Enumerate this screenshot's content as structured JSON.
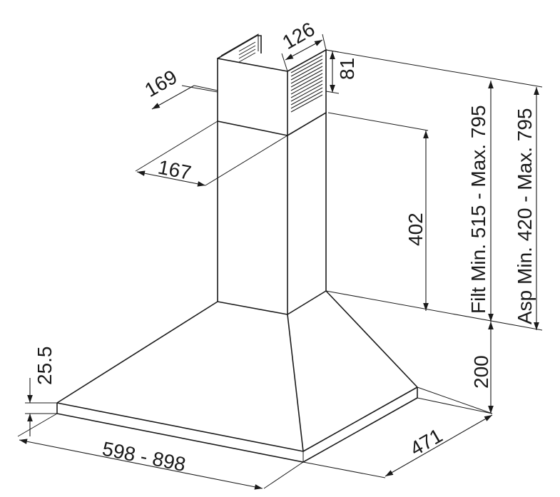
{
  "dimensions": {
    "width_range": "598 - 898",
    "depth": "471",
    "hood_height": "200",
    "edge_height": "25.5",
    "chimney_height": "402",
    "chimney_width": "167",
    "chimney_depth": "169",
    "outlet_width": "126",
    "outlet_height": "81",
    "filter_range": "Filt Min. 515 - Max. 795",
    "extract_range": "Asp Min. 420 - Max. 795"
  }
}
